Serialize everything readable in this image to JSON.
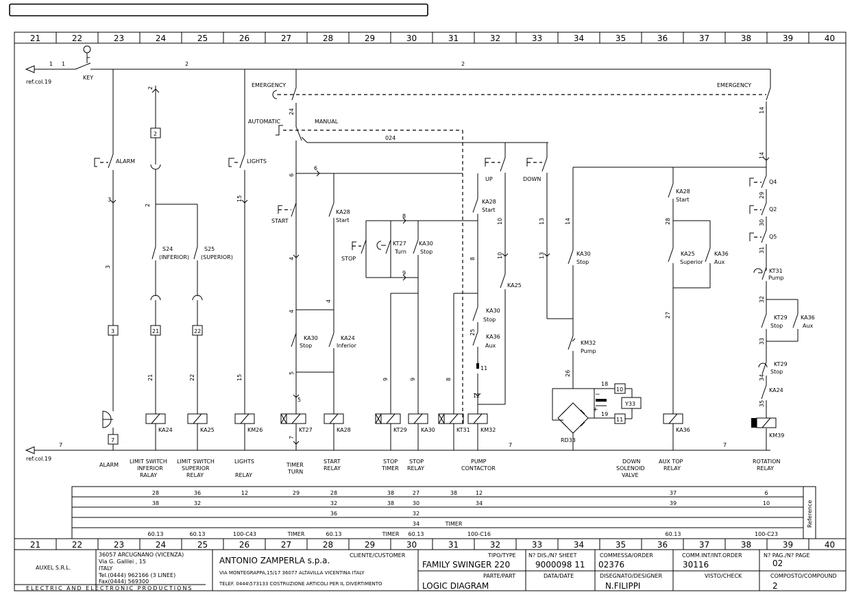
{
  "columns": [
    "21",
    "22",
    "23",
    "24",
    "25",
    "26",
    "27",
    "28",
    "29",
    "30",
    "31",
    "32",
    "33",
    "34",
    "35",
    "36",
    "37",
    "38",
    "39",
    "40"
  ],
  "labels": {
    "ref_top": "ref.col.19",
    "ref_bottom": "ref.col.19",
    "wire1a": "1",
    "wire1b": "1",
    "key": "KEY",
    "wire2a": "2",
    "wire2b": "2",
    "emergency_left": "EMERGENCY",
    "emergency_right": "EMERGENCY",
    "automatic": "AUTOMATIC",
    "manual": "MANUAL",
    "alarm_sw": "ALARM",
    "lights_sw": "LIGHTS",
    "w24": "24",
    "w14a": "14",
    "w14b": "14",
    "w024": "024",
    "w6a": "6",
    "w6b": "6",
    "up": "UP",
    "down": "DOWN",
    "start_sw": "START",
    "ka28_a": "KA28",
    "start_a": "Start",
    "ka28_b": "KA28",
    "start_b": "Start",
    "ka28_c": "KA28",
    "start_c": "Start",
    "w8a": "8",
    "w8b": "8",
    "w8c": "8",
    "w9a": "9",
    "w9b": "9",
    "w9c": "9",
    "w10a": "10",
    "w10b": "10",
    "w13a": "13",
    "w13b": "13",
    "w14c": "14",
    "stop_sw": "STOP",
    "kt27": "KT27",
    "turn": "Turn",
    "ka30_a": "KA30",
    "stop_a": "Stop",
    "ka30_b": "KA30",
    "stop_b": "Stop",
    "ka30_c": "KA30",
    "stop_c": "Stop",
    "ka30_d": "KA30",
    "stop_d": "Stop",
    "ka25_a": "KA25",
    "ka25_b": "KA25",
    "superior": "Superior",
    "ka36_a": "KA36",
    "aux_a": "Aux",
    "ka36_b": "KA36",
    "aux_b": "Aux",
    "ka36_c": "KA36",
    "aux_c": "Aux",
    "ka24_a": "KA24",
    "inferior": "Inferior",
    "ka24_b": "KA24",
    "q4": "Q4",
    "q2": "Q2",
    "q5": "Q5",
    "w29": "29",
    "w30": "30",
    "w31": "31",
    "w32": "32",
    "w33": "33",
    "w34": "34",
    "w35": "35",
    "w28": "28",
    "w27": "27",
    "w26": "26",
    "w25": "25",
    "kt31": "KT31",
    "pump_a": "Pump",
    "kt29_a": "KT29",
    "stop_e": "Stop",
    "kt29_b": "KT29",
    "stop_f": "Stop",
    "km32": "KM32",
    "pump_b": "Pump",
    "w3a": "3",
    "w3b": "3",
    "w2c": "2",
    "w2d": "2",
    "w15a": "15",
    "w15b": "15",
    "w4a": "4",
    "w4b": "4",
    "w4c": "4",
    "w5a": "5",
    "w5b": "5",
    "w11": "11",
    "w12": "12",
    "w21": "21",
    "w22": "22",
    "s24": "S24",
    "s24_sub": "(INFERIOR)",
    "s25": "S25",
    "s25_sub": "(SUPERIOR)",
    "box2": "2",
    "box3": "3",
    "box21": "21",
    "box22": "22",
    "box7": "7",
    "box10": "10",
    "box11": "11",
    "box18": "18",
    "box19": "19",
    "y33": "Y33",
    "rd33": "RD33",
    "coil_ka24": "KA24",
    "coil_ka25": "KA25",
    "coil_km26": "KM26",
    "coil_kt27": "KT27",
    "coil_ka28": "KA28",
    "coil_kt29": "KT29",
    "coil_ka30": "KA30",
    "coil_kt31": "KT31",
    "coil_km32": "KM32",
    "coil_ka36": "KA36",
    "coil_km39": "KM39",
    "w7a": "7",
    "w7b": "7",
    "w7c": "7",
    "w7d": "7",
    "fn_alarm": "ALARM",
    "fn_lsi_1": "LIMIT  SWITCH",
    "fn_lsi_2": "INFERIOR",
    "fn_lsi_3": "RALAY",
    "fn_lss_1": "LIMIT  SWITCH",
    "fn_lss_2": "SUPERIOR",
    "fn_lss_3": "RELAY",
    "fn_lights_1": "LIGHTS",
    "fn_lights_2": "RELAY",
    "fn_timer_1": "TIMER",
    "fn_timer_2": "TURN",
    "fn_start_1": "START",
    "fn_start_2": "RELAY",
    "fn_stopt_1": "STOP",
    "fn_stopt_2": "TIMER",
    "fn_stopr_1": "STOP",
    "fn_stopr_2": "RELAY",
    "fn_pump_1": "PUMP",
    "fn_pump_2": "CONTACTOR",
    "fn_down_1": "DOWN",
    "fn_down_2": "SOLENOID",
    "fn_down_3": "VALVE",
    "fn_aux_1": "AUX  TOP",
    "fn_aux_2": "RELAY",
    "fn_rot_1": "ROTATION",
    "fn_rot_2": "RELAY"
  },
  "reference_table": {
    "side_label": "Reference",
    "rows": [
      [
        "28",
        "36",
        "12",
        "29",
        "28",
        "38",
        "27",
        "38",
        "12",
        "37",
        "6"
      ],
      [
        "38",
        "32",
        "32",
        "38",
        "30",
        "34",
        "39",
        "10"
      ],
      [
        "36",
        "32"
      ],
      [
        "34",
        "TIMER"
      ],
      [
        "60.13",
        "60.13",
        "100-C43",
        "TIMER",
        "60.13",
        "TIMER",
        "60.13",
        "100-C16",
        "60.13",
        "100-C23"
      ]
    ]
  },
  "title_block": {
    "company_addr1": "36057  ARCUGNANO  (VICENZA)",
    "company_addr2": "Via  G.  Galilei  ,  15",
    "company_addr3": "ITALY",
    "company_tel": "Tel.(0444)  962166  (3  LINEE)",
    "company_fax": "Fax(0444)  569300",
    "company_name": "AUXEL  S.R.L.",
    "company_tag": "ELECTRIC  AND  ELECTRONIC  PRODUCTIONS",
    "customer_label": "CLIENTE/CUSTOMER",
    "customer_name": "ANTONIO  ZAMPERLA  s.p.a.",
    "customer_addr": "VIA  MONTEGRAPPA,15/17  36077  ALTAVILLA  VICENTINA  ITALY",
    "customer_tel": "TELEF.  0444\\573133  COSTRUZIONE  ARTICOLI  PER  IL  DIVERTIMENTO",
    "type_label": "TIPO/TYPE",
    "type_value": "FAMILY  SWINGER  220",
    "sheet_label": "N?  DIS./N?  SHEET",
    "sheet_value": "9000098  11",
    "order_label": "COMMESSA/ORDER",
    "order_value": "02376",
    "intorder_label": "COMM.INT/INT.ORDER",
    "intorder_value": "30116",
    "page_label": "N?  PAG./N?  PAGE",
    "page_value": "02",
    "part_label": "PARTE/PART",
    "part_value": "LOGIC  DIAGRAM",
    "date_label": "DATA/DATE",
    "designer_label": "DISEGNATO/DESIGNER",
    "designer_value": "N.FILIPPI",
    "check_label": "VISTO/CHECK",
    "compound_label": "COMPOSTO/COMPOUND",
    "compound_value": "2"
  }
}
